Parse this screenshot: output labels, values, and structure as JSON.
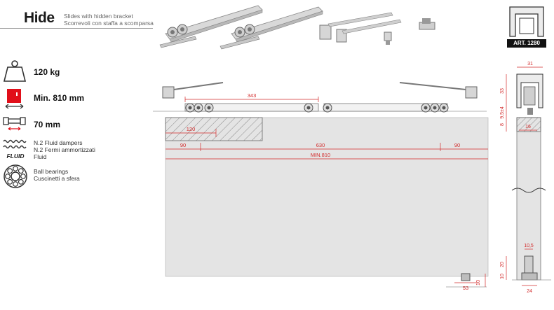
{
  "header": {
    "title": "Hide",
    "subtitle_line1": "Slides with hidden bracket",
    "subtitle_line2": "Scorrevoli con staffa a scomparsa"
  },
  "specs": {
    "weight": "120 kg",
    "min_width": "Min. 810 mm",
    "thickness": "70 mm",
    "dampers_en": "N.2 Fluid dampers",
    "dampers_it": "N.2 Fermi ammortizzati",
    "dampers_brand": "Fluid",
    "bearings_en": "Ball bearings",
    "bearings_it": "Cuscinetti a sfera",
    "fluid_logo_text": "FLUID"
  },
  "article": {
    "code": "ART. 1280"
  },
  "front_view": {
    "dim_343": "343",
    "dim_120": "120",
    "dim_90_left": "90",
    "dim_630": "630",
    "dim_90_right": "90",
    "dim_min810": "MIN.810",
    "dim_53": "53",
    "dim_10": "10"
  },
  "side_view": {
    "dim_31": "31",
    "dim_33": "33",
    "dim_9_5": "9,5±4",
    "dim_8": "8",
    "dim_16": "16",
    "dim_10_5": "10,5",
    "dim_20": "20",
    "dim_10_bottom": "10",
    "dim_24": "24"
  },
  "colors": {
    "dimension_red": "#d32b2b",
    "door_grey": "#e4e4e4",
    "line_grey": "#8a8a8a",
    "accent_red": "#e10f1a"
  }
}
